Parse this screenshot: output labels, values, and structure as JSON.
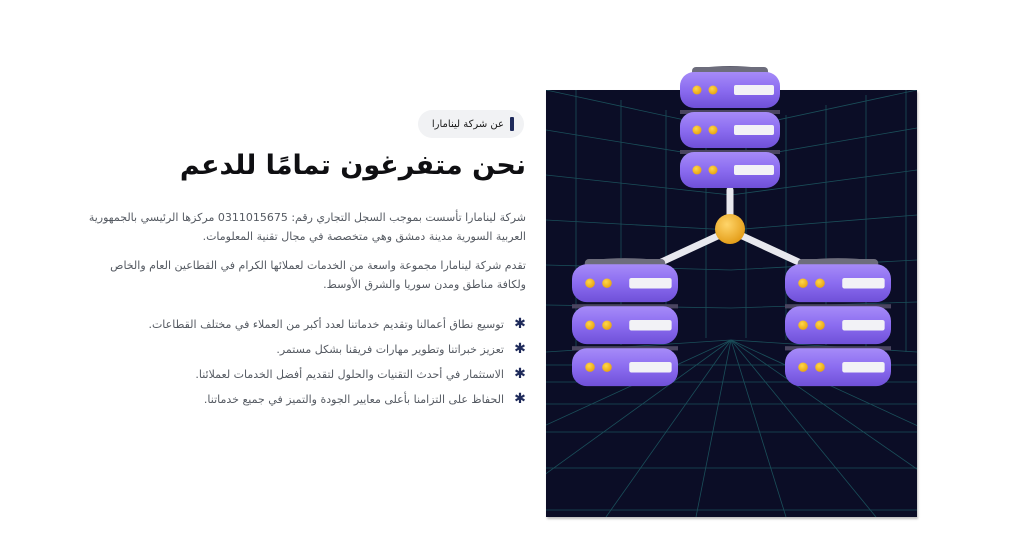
{
  "about": {
    "badge_label": "عن شركة لينامارا",
    "title": "نحن متفرغون تمامًا للدعم",
    "paragraphs": [
      "شركة لينامارا تأسست بموجب السجل التجاري رقم: 0311015675 مركزها الرئيسي بالجمهورية العربية السورية مدينة دمشق وهي متخصصة في مجال تقنية المعلومات.",
      "تقدم شركة لينامارا مجموعة واسعة من الخدمات لعملائها الكرام في القطاعين العام والخاص ولكافة مناطق ومدن سوريا والشرق الأوسط."
    ],
    "list_items": [
      "توسيع نطاق أعمالنا وتقديم خدماتنا لعدد أكبر من العملاء في مختلف القطاعات.",
      "تعزيز خبراتنا وتطوير مهارات فريقنا بشكل مستمر.",
      "الاستثمار في أحدث التقنيات والحلول لتقديم أفضل الخدمات لعملائنا.",
      "الحفاظ على التزامنا بأعلى معايير الجودة والتميز في جميع خدماتنا."
    ],
    "bullet_icon": "asterisk-icon"
  },
  "illustration": {
    "subject": "server-network-illustration",
    "background_color": "#0b0d26",
    "server_color": "#8b6cf0",
    "led_color": "#f7b81e",
    "hub_color": "#f2b134"
  },
  "colors": {
    "accent": "#1e2a5a",
    "text_muted": "#555a62",
    "heading": "#0f0f12",
    "badge_bg": "#f1f2f4"
  }
}
